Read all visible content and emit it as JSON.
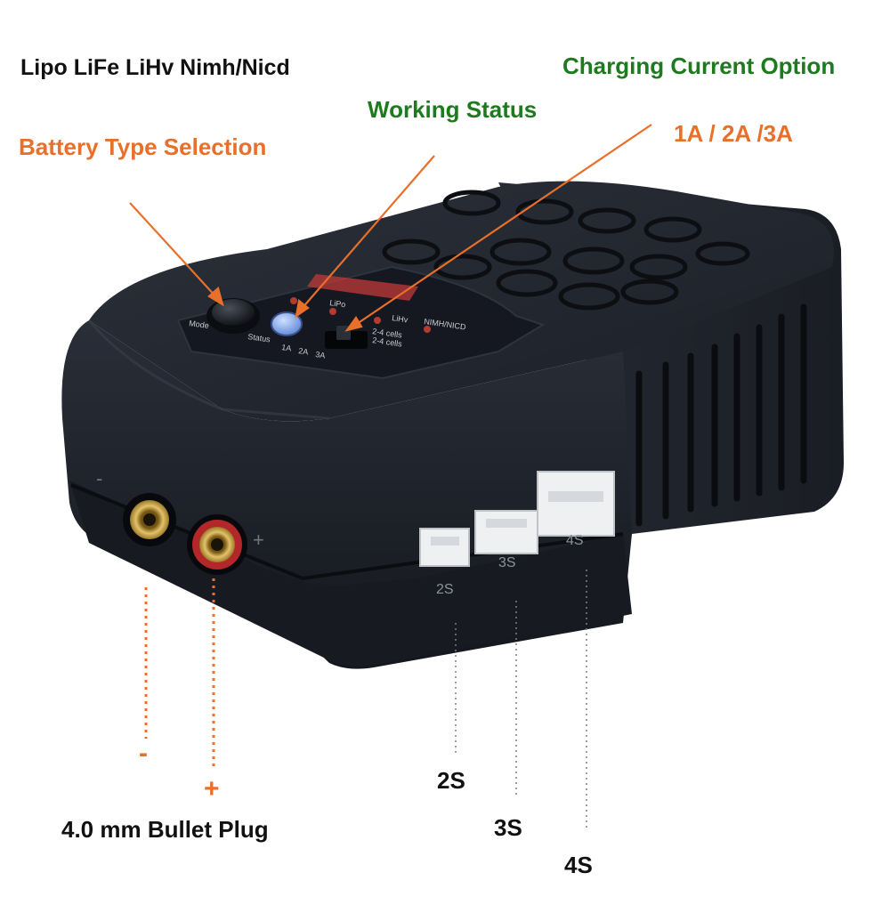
{
  "labels": {
    "battery_types": "Lipo LiFe LiHv Nimh/Nicd",
    "charging_current_option": "Charging Current Option",
    "working_status": "Working Status",
    "battery_type_selection": "Battery Type Selection",
    "current_values": "1A / 2A /3A",
    "minus": "-",
    "plus": "+",
    "bullet_plug": "4.0 mm Bullet Plug",
    "cell_2s": "2S",
    "cell_3s": "3S",
    "cell_4s": "4S"
  },
  "device_print": {
    "mode": "Mode",
    "status": "Status",
    "current_1a": "1A",
    "current_2a": "2A",
    "current_3a": "3A",
    "lipo": "LiPo",
    "lihv": "LiHv",
    "nimh_nicd": "NIMH/NICD",
    "lipo_cells": "2-4 cells",
    "nimh_cells": "2-4 cells",
    "port_2s": "2S",
    "port_3s": "3S",
    "port_4s": "4S",
    "minus_mark": "-",
    "plus_mark": "+"
  },
  "colors": {
    "callout_orange": "#e8702a",
    "heading_green": "#1e7a1e",
    "text_black": "#111111",
    "device_body": "#1f232c",
    "plug_red": "#b3262a",
    "plug_gold": "#c9a54a",
    "led_blue": "#6fa0e8"
  },
  "icons": {
    "mode_button": "round-push-button",
    "status_led": "blue-led-icon",
    "current_switch": "slide-switch-icon",
    "negative_plug": "bullet-socket-icon",
    "positive_plug": "bullet-socket-icon"
  }
}
